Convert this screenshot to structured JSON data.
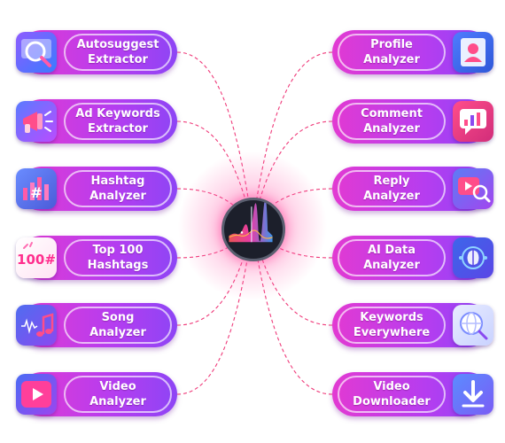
{
  "hub": {
    "icon": "audio-waveform-icon"
  },
  "left_tools": [
    {
      "label": "Autosuggest\nExtractor",
      "icon": "magnifier-icon"
    },
    {
      "label": "Ad Keywords\nExtractor",
      "icon": "megaphone-icon"
    },
    {
      "label": "Hashtag\nAnalyzer",
      "icon": "hashtag-chart-icon"
    },
    {
      "label": "Top 100\nHashtags",
      "icon": "top-100-hashtag-icon"
    },
    {
      "label": "Song\nAnalyzer",
      "icon": "music-notes-icon"
    },
    {
      "label": "Video\nAnalyzer",
      "icon": "video-play-icon"
    }
  ],
  "right_tools": [
    {
      "label": "Profile\nAnalyzer",
      "icon": "user-profile-icon"
    },
    {
      "label": "Comment\nAnalyzer",
      "icon": "comment-chart-icon"
    },
    {
      "label": "Reply\nAnalyzer",
      "icon": "reply-search-icon"
    },
    {
      "label": "AI Data\nAnalyzer",
      "icon": "ai-brain-icon"
    },
    {
      "label": "Keywords\nEverywhere",
      "icon": "globe-search-icon"
    },
    {
      "label": "Video\nDownloader",
      "icon": "download-arrow-icon"
    }
  ],
  "top_100_badge": "100#"
}
